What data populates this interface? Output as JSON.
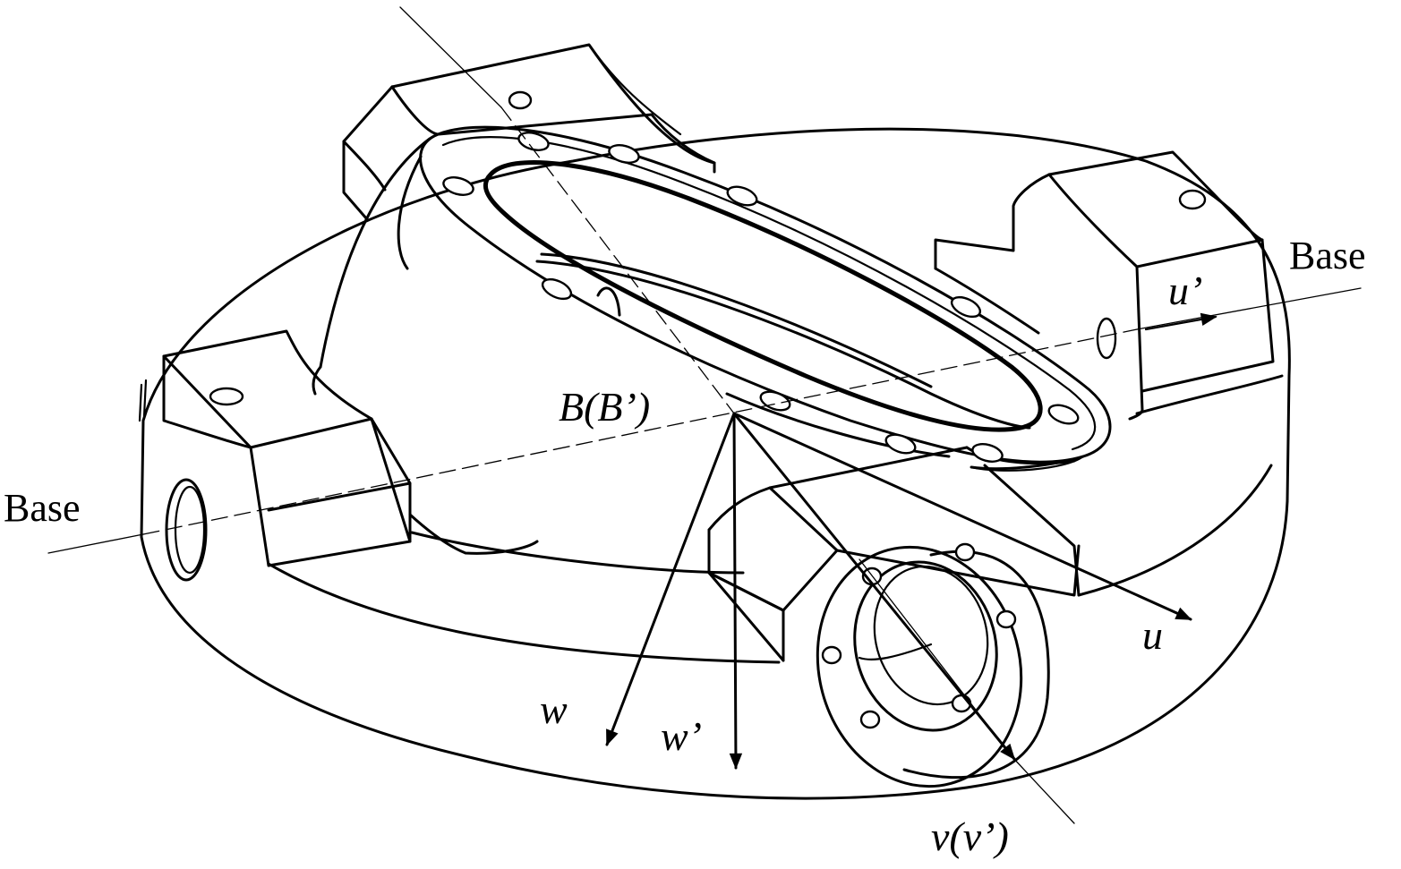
{
  "labels": {
    "base_right": "Base",
    "base_left": "Base",
    "origin": "B(B’)",
    "u_prime": "u’",
    "u": "u",
    "w": "w",
    "w_prime": "w’",
    "v": "v(v’)"
  },
  "colors": {
    "line": "#000000",
    "background": "#ffffff"
  }
}
